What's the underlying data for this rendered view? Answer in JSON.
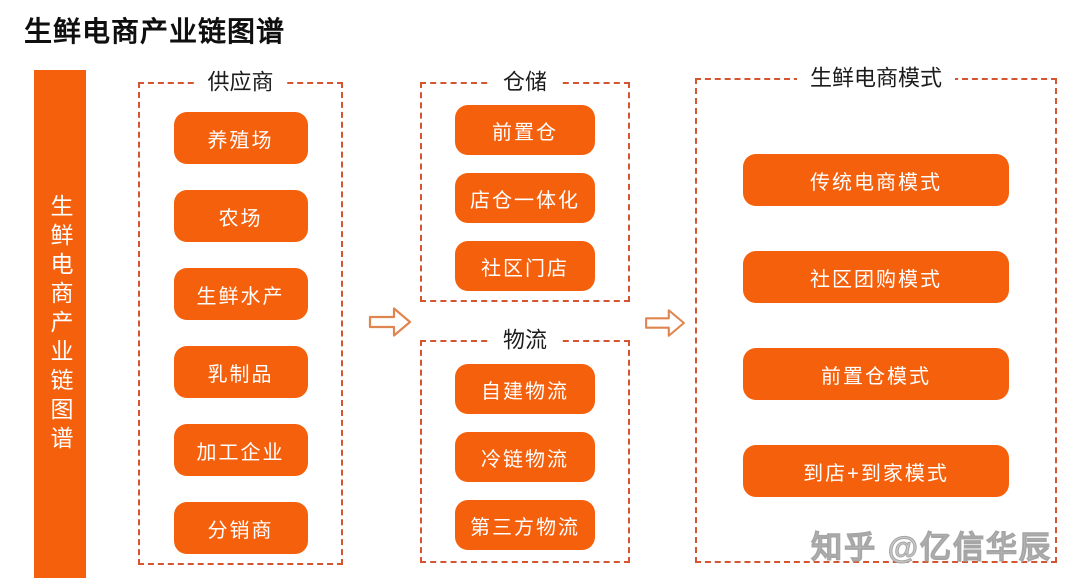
{
  "page": {
    "title": "生鲜电商产业链图谱",
    "watermark": "知乎 @亿信华辰"
  },
  "side_banner": {
    "label": "生鲜电商产业链图谱"
  },
  "groups": {
    "suppliers": {
      "header": "供应商",
      "items": [
        "养殖场",
        "农场",
        "生鲜水产",
        "乳制品",
        "加工企业",
        "分销商"
      ]
    },
    "warehousing": {
      "header": "仓储",
      "items": [
        "前置仓",
        "店仓一体化",
        "社区门店"
      ]
    },
    "logistics": {
      "header": "物流",
      "items": [
        "自建物流",
        "冷链物流",
        "第三方物流"
      ]
    },
    "models": {
      "header": "生鲜电商模式",
      "items": [
        "传统电商模式",
        "社区团购模式",
        "前置仓模式",
        "到店+到家模式"
      ]
    }
  },
  "icons": {
    "flow_arrow_1": "arrow-right",
    "flow_arrow_2": "arrow-right"
  },
  "colors": {
    "primary_orange": "#f5600d",
    "dashed_border": "#d4552f",
    "arrow_outline": "#df854f",
    "title_text": "#0f0f0f",
    "watermark_gray": "#a6a6a6",
    "background": "#ffffff"
  }
}
